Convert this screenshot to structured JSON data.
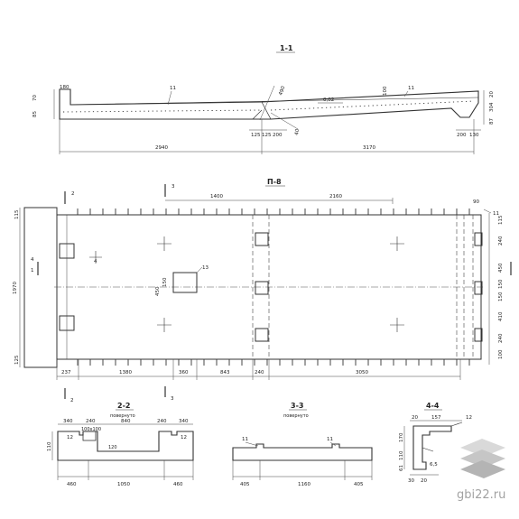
{
  "section_1_1": {
    "title": "1-1",
    "dim_left": "2940",
    "dim_right": "3170",
    "slope": "0,02",
    "mark_left": "11",
    "mark_right": "11",
    "h_left_a": "70",
    "h_left_b": "85",
    "h_right_a": "20",
    "h_right_b": "304",
    "h_right_c": "87",
    "top_left": "180",
    "mid_a": "125",
    "mid_b": "125",
    "mid_c": "200",
    "mid_d": "40",
    "diag": "490",
    "v_mark": "100",
    "right_a": "200",
    "right_b": "130"
  },
  "plan_p8": {
    "title": "П-8",
    "cut2": "2",
    "cut3": "3",
    "cut4": "4",
    "cut1": "1",
    "top_a": "1400",
    "top_b": "2160",
    "corner": "90",
    "corner_mark": "11",
    "height_total": "1970",
    "left_top": "115",
    "left_bot": "125",
    "right_dims": [
      "115",
      "240",
      "450",
      "150",
      "150",
      "410",
      "240",
      "100"
    ],
    "mark_13": "13",
    "side_label_a": "450",
    "side_label_b": "150",
    "bottom_dims": [
      "237",
      "1380",
      "360",
      "843",
      "240",
      "3050"
    ]
  },
  "section_2_2": {
    "title": "2-2",
    "subtitle": "повернуто",
    "top_dims": [
      "340",
      "240",
      "840",
      "240",
      "340"
    ],
    "mark_left": "12",
    "mark_right": "12",
    "box_label": "100x100",
    "inner_label": "120",
    "left_h": "110",
    "bottom_dims": [
      "460",
      "1050",
      "460"
    ]
  },
  "section_3_3": {
    "title": "3-3",
    "subtitle": "повернуто",
    "mark_left": "11",
    "mark_right": "11",
    "bottom_dims": [
      "405",
      "1160",
      "405"
    ]
  },
  "section_4_4": {
    "title": "4-4",
    "top_a": "20",
    "top_b": "157",
    "top_c": "12",
    "h_a": "170",
    "h_b": "110",
    "h_c": "61",
    "bottom_a": "30",
    "bottom_b": "20",
    "bottom_c": "6,5"
  },
  "watermark": {
    "text": "gbi22.ru"
  }
}
